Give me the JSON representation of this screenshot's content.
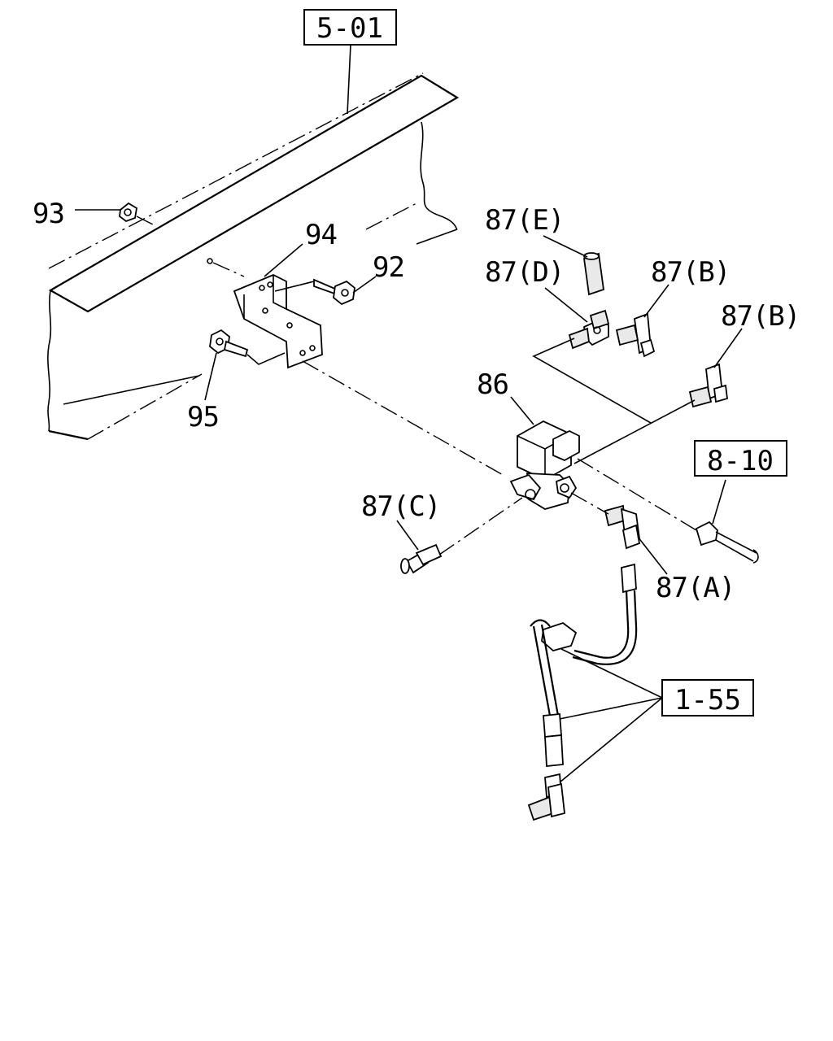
{
  "refs": {
    "frame": "5-01",
    "harness": "8-10",
    "pipe": "1-55"
  },
  "labels": {
    "p93": "93",
    "p94": "94",
    "p92": "92",
    "p95": "95",
    "p86": "86",
    "p87e": "87(E)",
    "p87d": "87(D)",
    "p87b1": "87(B)",
    "p87b2": "87(B)",
    "p87c": "87(C)",
    "p87a": "87(A)"
  }
}
